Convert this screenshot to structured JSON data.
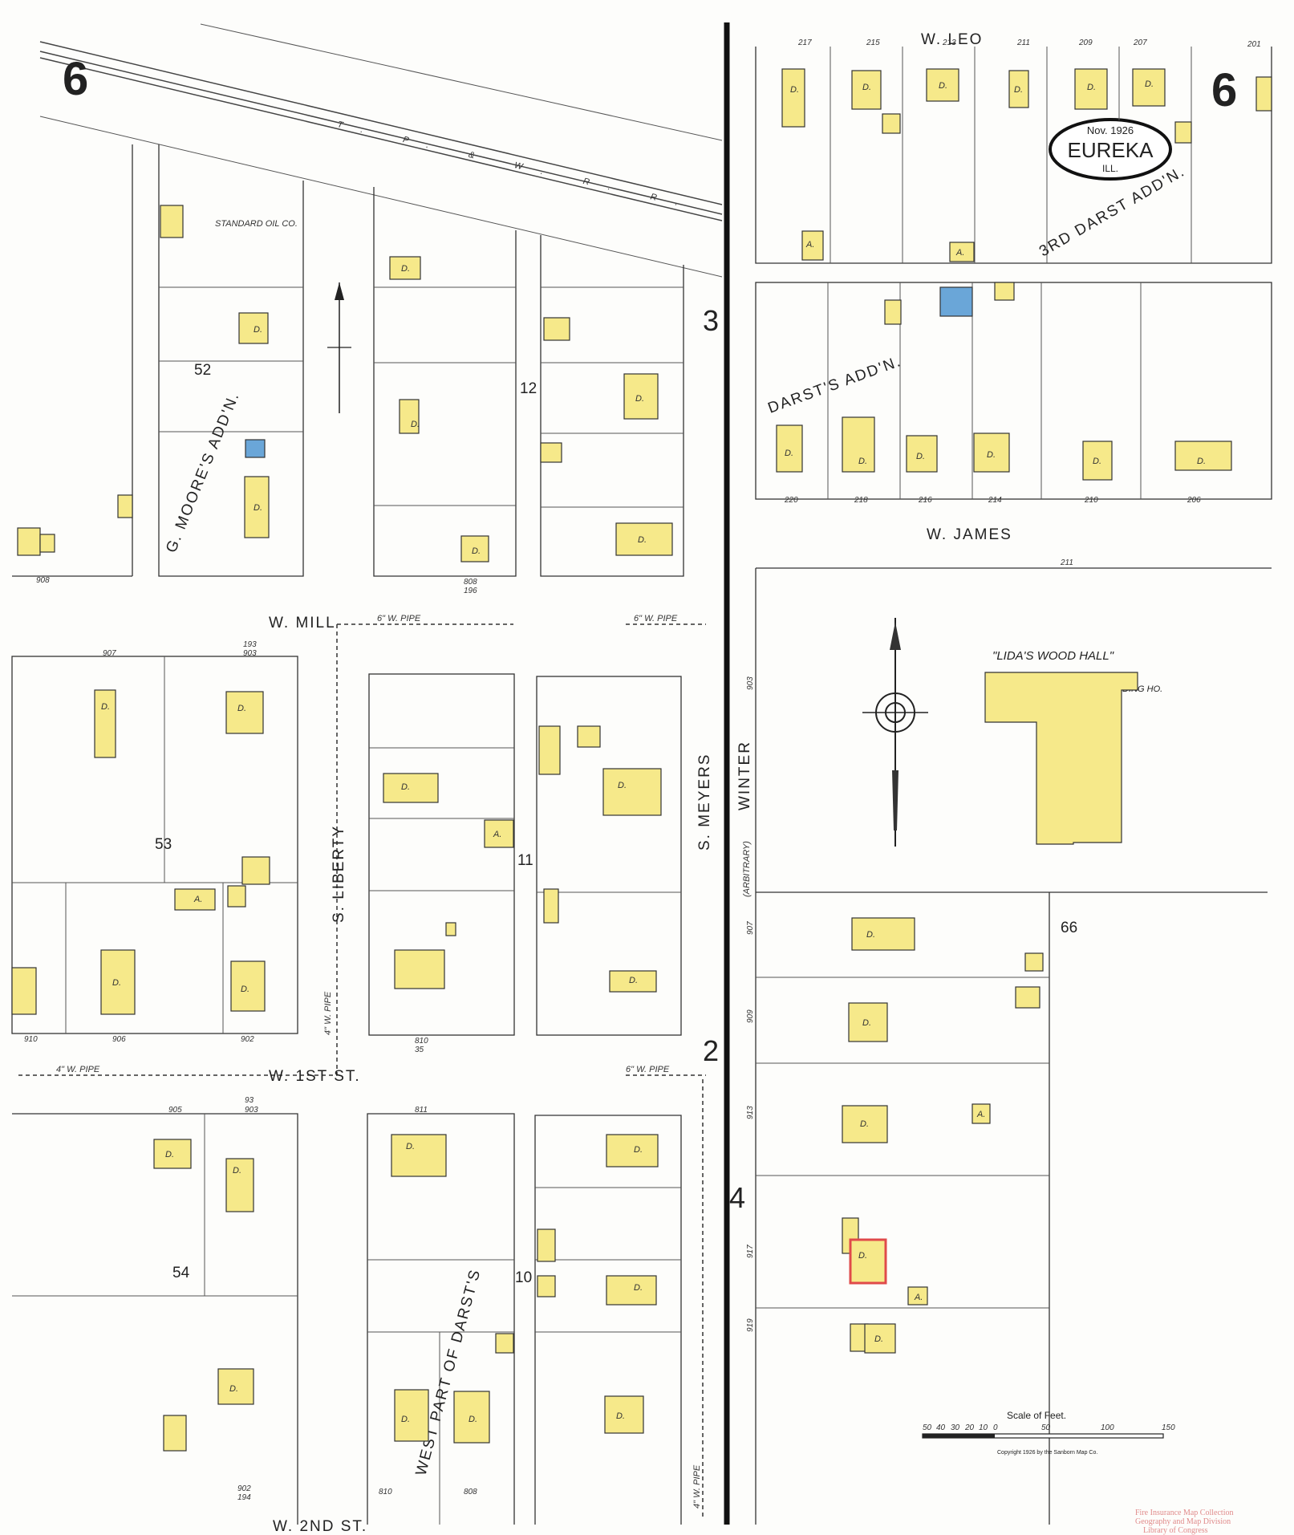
{
  "sheet_number": "6",
  "title_cartouche": {
    "date": "Nov. 1926",
    "town": "EUREKA",
    "state": "ILL."
  },
  "streets": {
    "w_leo": "W. LEO",
    "w_james": "W. JAMES",
    "w_mill": "W. MILL",
    "w_first": "W. 1ST ST.",
    "w_second": "W. 2ND ST.",
    "s_liberty": "S. LIBERTY",
    "s_meyers": "S. MEYERS",
    "winter": "WINTER",
    "winter_note": "(ARBITRARY)",
    "railroad": "T. P. & W. R. R.",
    "third_darst": "3RD DARST ADD'N.",
    "moores_add": "G. MOORE'S ADD'N.",
    "darsts_add": "DARST'S ADD'N.",
    "west_part": "WEST PART OF DARST'S"
  },
  "blocks": [
    "52",
    "53",
    "54",
    "12",
    "11",
    "10",
    "66"
  ],
  "index_numbers": [
    "3",
    "2",
    "4"
  ],
  "labels": {
    "standard_oil": "STANDARD OIL CO.",
    "lidas_hall": "\"LIDA'S WOOD HALL\"",
    "college": "EUREKA COLLEGE BOARDING HO.",
    "scale": "Scale of Feet.",
    "scale_ticks": [
      "50",
      "40",
      "30",
      "20",
      "10",
      "0",
      "50",
      "100",
      "150"
    ],
    "copyright": "Copyright 1926 by the Sanborn Map Co.",
    "stamp_line1": "Fire Insurance Map Collection",
    "stamp_line2": "Geography and Map Division",
    "stamp_line3": "Library of Congress",
    "pipe_4": "4\" W. PIPE",
    "pipe_6": "6\" W. PIPE",
    "building_d": "D.",
    "building_a": "A."
  },
  "addresses": {
    "leo": [
      "217",
      "215",
      "213",
      "211",
      "209",
      "207",
      "201"
    ],
    "james": [
      "220",
      "218",
      "216",
      "214",
      "210",
      "206",
      "211"
    ],
    "mill_north": [
      "908",
      "808",
      "196"
    ],
    "mill_south": [
      "907",
      "193",
      "903"
    ],
    "first_north": [
      "910",
      "906",
      "902",
      "810",
      "35"
    ],
    "first_south": [
      "905",
      "93",
      "903",
      "811"
    ],
    "second": [
      "902",
      "194",
      "810",
      "808"
    ],
    "winter_side": [
      "903",
      "907",
      "909",
      "913",
      "917",
      "919"
    ]
  },
  "colors": {
    "frame": "#f6e98a",
    "brick": "#e04a4a",
    "blue": "#6aa6d8"
  }
}
